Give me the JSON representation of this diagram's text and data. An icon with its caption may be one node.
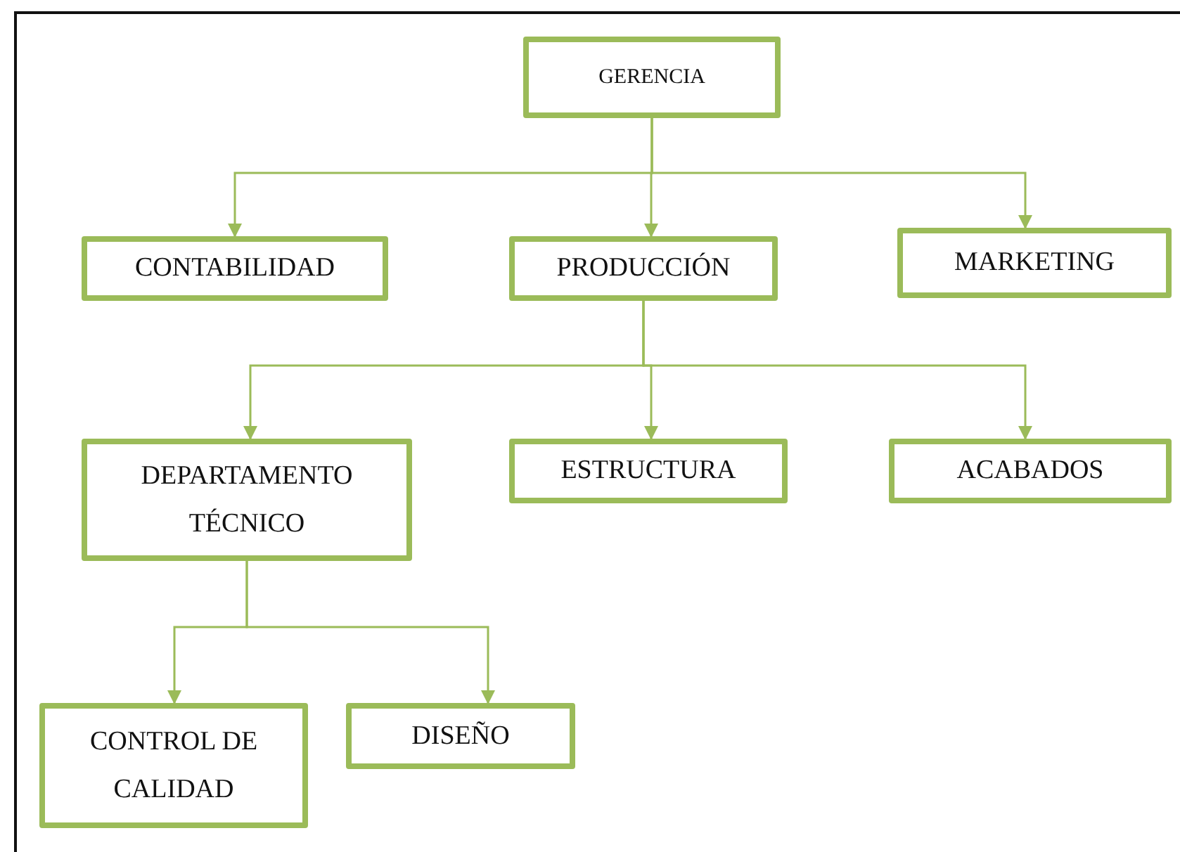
{
  "diagram": {
    "nodes": [
      {
        "text": [
          "GERENCIA"
        ]
      },
      {
        "text": [
          "CONTABILIDAD"
        ]
      },
      {
        "text": [
          "PRODUCCIÓN"
        ]
      },
      {
        "text": [
          "MARKETING"
        ]
      },
      {
        "text": [
          "DEPARTAMENTO TÉCNICO"
        ]
      },
      {
        "text": [
          "ESTRUCTURA"
        ]
      },
      {
        "text": [
          "ACABADOS"
        ]
      },
      {
        "text": [
          "CONTROL DE CALIDAD"
        ]
      },
      {
        "text": [
          "DISEÑO"
        ]
      }
    ],
    "edges": [
      {
        "from": 0,
        "to": 1,
        "arrow": "to"
      },
      {
        "from": 0,
        "to": 2,
        "arrow": "to"
      },
      {
        "from": 0,
        "to": 3,
        "arrow": "to"
      },
      {
        "from": 2,
        "to": 4,
        "arrow": "to"
      },
      {
        "from": 2,
        "to": 5,
        "arrow": "to"
      },
      {
        "from": 2,
        "to": 6,
        "arrow": "to"
      },
      {
        "from": 4,
        "to": 7,
        "arrow": "to"
      },
      {
        "from": 4,
        "to": 8,
        "arrow": "to"
      }
    ]
  }
}
